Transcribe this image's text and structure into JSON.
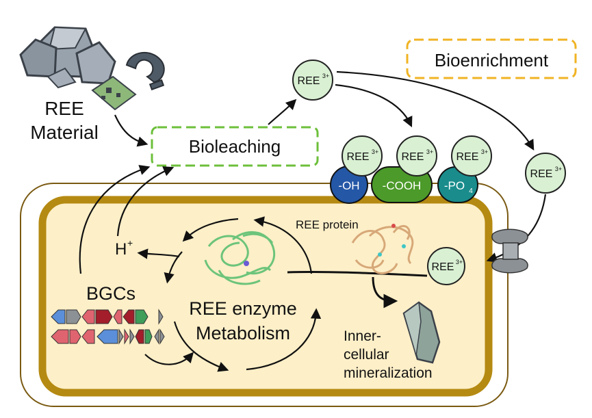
{
  "material": {
    "line1": "REE",
    "line2": "Material"
  },
  "bioleaching": "Bioleaching",
  "bioenrichment": "Bioenrichment",
  "ion": {
    "base": "REE",
    "charge": "3+"
  },
  "groups": {
    "oh": "-OH",
    "cooh": "-COOH",
    "po4_base": "-PO",
    "po4_sub": "4"
  },
  "proton": {
    "base": "H",
    "charge": "+"
  },
  "bgcs": "BGCs",
  "enzyme": {
    "line1": "REE enzyme",
    "line2": "Metabolism"
  },
  "ree_protein": "REE protein",
  "mineralization": {
    "line1": "Inner-",
    "line2": "cellular",
    "line3": "mineralization"
  },
  "colors": {
    "ion_fill": "#d9f0d3",
    "oh": "#2457a6",
    "cooh": "#4c9a2a",
    "po4": "#1a8c8c",
    "cell_wall": "#b58a12",
    "cytoplasm": "#fdefc8",
    "dashed_green": "#6cbf3a",
    "dashed_orange": "#f0b323"
  }
}
